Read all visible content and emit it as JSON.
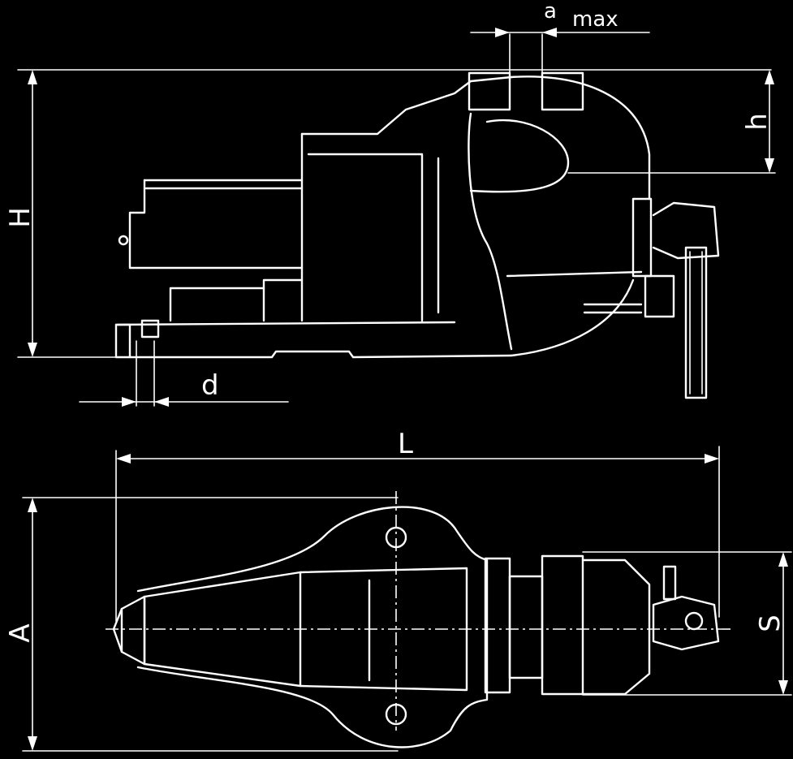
{
  "labels": {
    "a": "a",
    "max": "max",
    "H": "H",
    "h": "h",
    "d": "d",
    "L": "L",
    "A": "A",
    "S": "S"
  },
  "colors": {
    "background": "#000000",
    "line": "#ffffff"
  }
}
